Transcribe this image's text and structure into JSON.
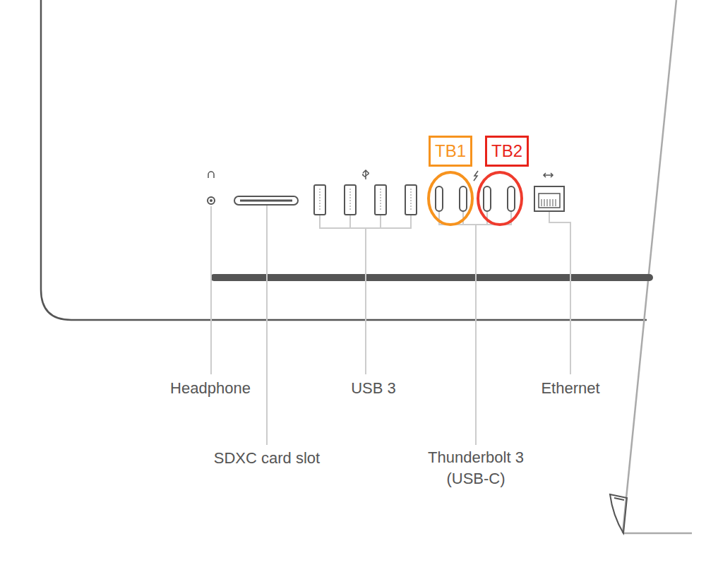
{
  "diagram": {
    "nodes": [
      {
        "text": [
          "TB1"
        ]
      },
      {
        "text": [
          "TB2"
        ]
      }
    ],
    "labels": [
      "Headphone",
      "USB 3",
      "Ethernet",
      "SDXC card slot",
      "Thunderbolt 3 (USB-C)"
    ]
  }
}
